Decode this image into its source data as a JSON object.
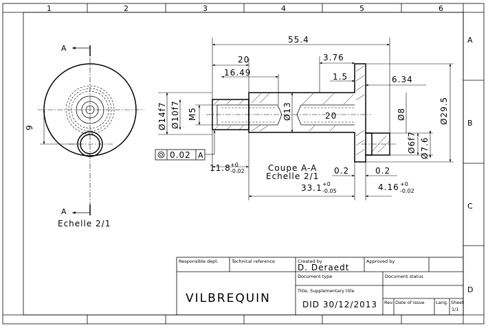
{
  "grid": {
    "columns": [
      "1",
      "2",
      "3",
      "4",
      "5",
      "6"
    ],
    "rows": [
      "A",
      "B",
      "C",
      "D"
    ]
  },
  "dimensions": {
    "overall_length": "55.4",
    "d20": "20",
    "d16_49": "16.49",
    "d3_76": "3.76",
    "d1_5": "1.5",
    "d6_34": "6.34",
    "d29_5": "Ø29.5",
    "d8": "Ø8",
    "d13": "Ø13",
    "d14f7": "Ø14f7",
    "d10f7": "Ø10f7",
    "m5": "M5",
    "d6f7": "Ø6f7",
    "d7_6": "Ø7.6",
    "inner20": "20",
    "d11_8": "11.8",
    "d11_8_tol_upper": "+0",
    "d11_8_tol_lower": "-0.02",
    "d0_2a": "0.2",
    "d0_2b": "0.2",
    "d33_1": "33.1",
    "d33_1_tol_upper": "+0",
    "d33_1_tol_lower": "-0.05",
    "d4_16": "4.16",
    "d4_16_tol_upper": "+0",
    "d4_16_tol_lower": "-0.02",
    "side_9": "9"
  },
  "annotations": {
    "section_label_top": "A",
    "section_label_bottom": "A",
    "scale_left": "Echelle 2/1",
    "coupe": "Coupe A-A",
    "coupe_scale": "Echelle 2/1",
    "concentricity_value": "0.02",
    "concentricity_datum": "A"
  },
  "title_block": {
    "responsible_label": "Responsible dept.",
    "technical_ref_label": "Technical reference",
    "created_by_label": "Created by",
    "created_by_value": "D. Deraedt",
    "approved_by_label": "Approved by",
    "document_type_label": "Document type",
    "document_status_label": "Document status",
    "part_name": "VILBREQUIN",
    "title_label": "Title, Supplementary title",
    "title_value": "DID 30/12/2013",
    "rev_label": "Rev.",
    "date_issue_label": "Date of issue",
    "lang_label": "Lang.",
    "sheet_label": "Sheet",
    "sheet_value": "1/1"
  }
}
